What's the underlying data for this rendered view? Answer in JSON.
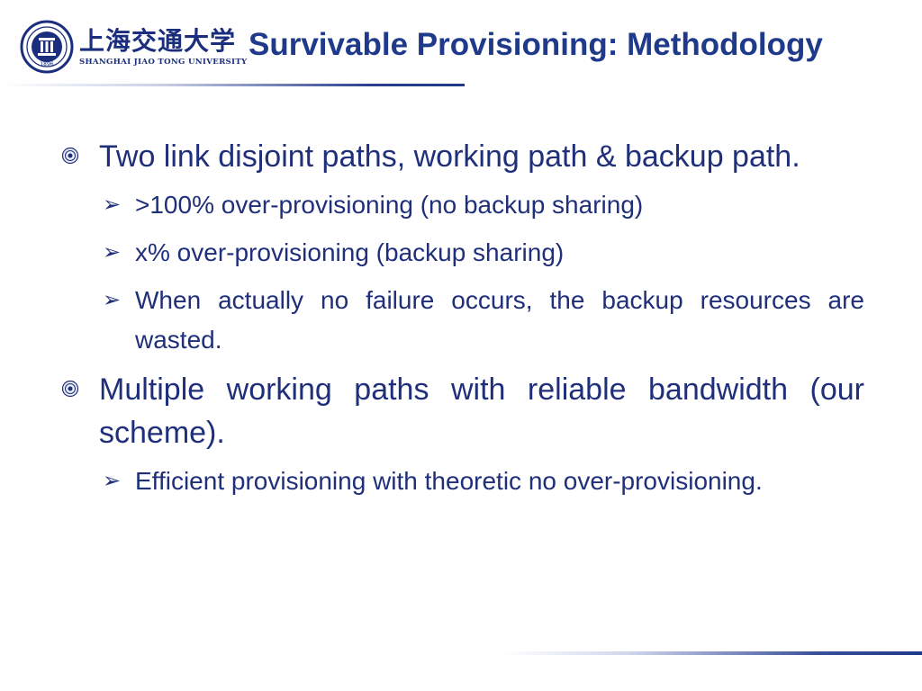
{
  "logo": {
    "chinese_name": "上海交通大学",
    "english_name": "SHANGHAI JIAO TONG UNIVERSITY",
    "seal_icon": "university-seal-icon",
    "seal_year": "1896"
  },
  "slide": {
    "title": "Survivable Provisioning: Methodology",
    "bullets": [
      {
        "text": "Two link disjoint paths, working path & backup path.",
        "subitems": [
          ">100% over-provisioning (no backup sharing)",
          "x% over-provisioning (backup sharing)",
          "When actually no failure occurs, the backup resources are wasted."
        ]
      },
      {
        "text": "Multiple working paths with reliable bandwidth (our scheme).",
        "subitems": [
          "Efficient provisioning with theoretic no over-provisioning."
        ]
      }
    ]
  },
  "icons": {
    "level1": "round-bullet-icon",
    "level2": "arrow-bullet-icon",
    "level2_glyph": "➢"
  },
  "colors": {
    "primary": "#1f3a8a",
    "text": "#1f2f7a"
  }
}
